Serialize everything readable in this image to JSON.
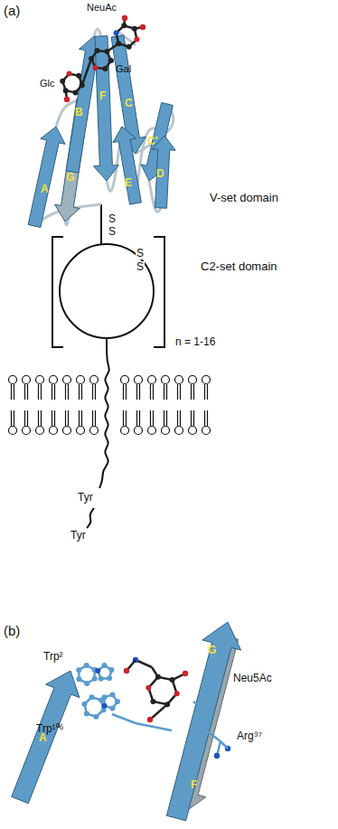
{
  "diagram": {
    "labels": [
      "(a)",
      "NeuAc",
      "Glc",
      "Gal",
      "A",
      "B",
      "C",
      "C'",
      "D",
      "E",
      "F",
      "G",
      "V-set domain",
      "S",
      "S",
      "S",
      "S",
      "C2-set domain",
      "n = 1-16",
      "Tyr",
      "Tyr",
      "(b)",
      "Trp²",
      "G",
      "Neu5Ac",
      "Trp¹⁰⁶",
      "Arg⁹⁷",
      "A",
      "F"
    ]
  }
}
